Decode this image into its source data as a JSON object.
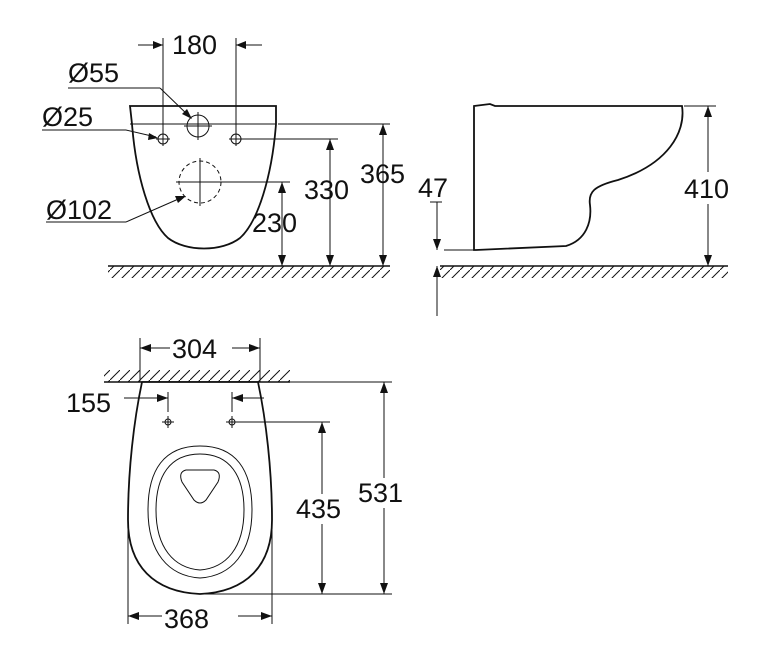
{
  "front_view": {
    "labels": {
      "width_180": "180",
      "dia_55": "Ø55",
      "dia_25": "Ø25",
      "dia_102": "Ø102",
      "h_230": "230",
      "h_330": "330",
      "h_365": "365"
    }
  },
  "side_view": {
    "labels": {
      "h_47": "47",
      "h_410": "410"
    }
  },
  "top_view": {
    "labels": {
      "w_304": "304",
      "d_155": "155",
      "d_435": "435",
      "d_531": "531",
      "w_368": "368"
    }
  }
}
